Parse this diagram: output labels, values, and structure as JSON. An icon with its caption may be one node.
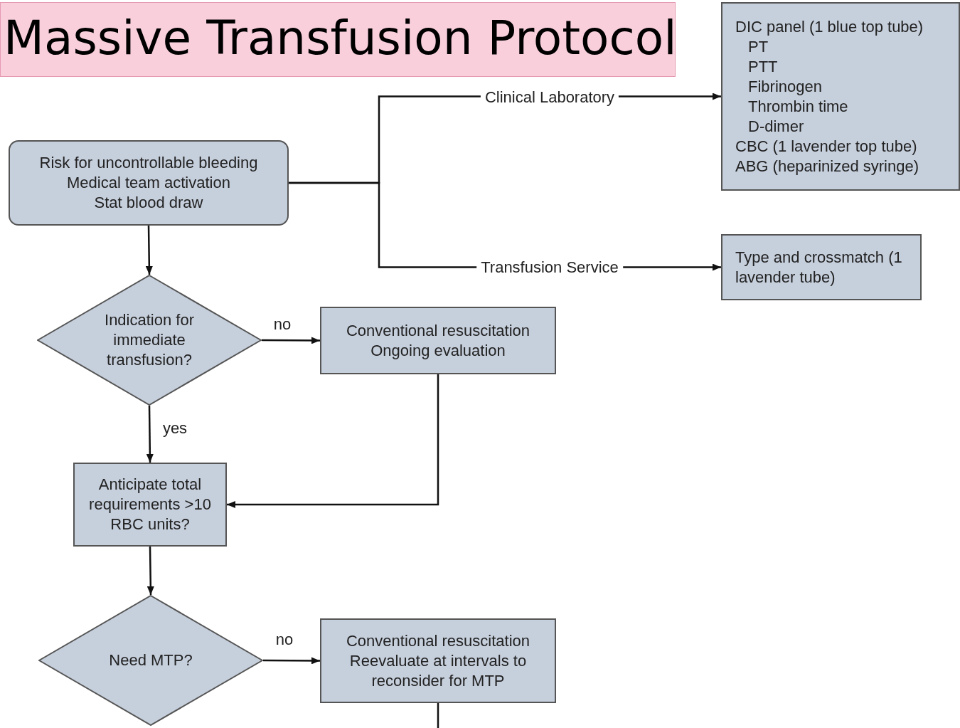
{
  "diagram": {
    "title": "Massive Transfusion Protocol",
    "nodes": [
      {
        "text": [
          "Risk for uncontrollable bleeding",
          "Medical team activation",
          "Stat blood draw"
        ]
      },
      {
        "text": [
          "DIC panel (1 blue top tube)",
          "PT",
          "PTT",
          "Fibrinogen",
          "Thrombin time",
          "D-dimer",
          "CBC (1 lavender top tube)",
          "ABG (heparinized syringe)"
        ]
      },
      {
        "text": [
          "Type and crossmatch (1 lavender tube)"
        ]
      },
      {
        "text": [
          "Indication for immediate transfusion?"
        ]
      },
      {
        "text": [
          "Conventional resuscitation",
          "Ongoing evaluation"
        ]
      },
      {
        "text": [
          "Anticipate total requirements >10 RBC units?"
        ]
      },
      {
        "text": [
          "Need MTP?"
        ]
      },
      {
        "text": [
          "Conventional resuscitation",
          "Reevaluate at intervals to reconsider for MTP"
        ]
      }
    ],
    "edges": [
      {
        "from": 0,
        "to": 1,
        "arrow": "to",
        "label": "Clinical Laboratory"
      },
      {
        "from": 0,
        "to": 2,
        "arrow": "to",
        "label": "Transfusion Service"
      },
      {
        "from": 0,
        "to": 3,
        "arrow": "to"
      },
      {
        "from": 3,
        "to": 4,
        "arrow": "to",
        "label": "no"
      },
      {
        "from": 3,
        "to": 5,
        "arrow": "to",
        "label": "yes"
      },
      {
        "from": 4,
        "to": 5,
        "arrow": "to"
      },
      {
        "from": 5,
        "to": 6,
        "arrow": "to"
      },
      {
        "from": 6,
        "to": 7,
        "arrow": "to",
        "label": "no"
      },
      {
        "from": 7,
        "to": null,
        "arrow": "none"
      }
    ]
  }
}
